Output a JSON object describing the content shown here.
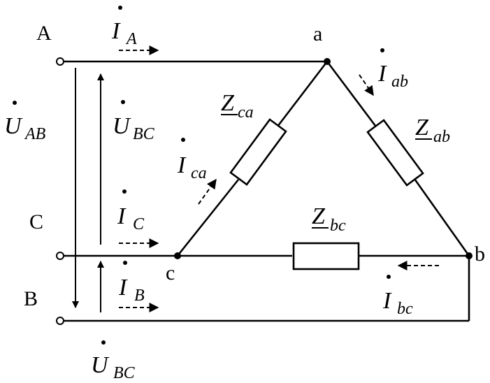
{
  "terminals": {
    "A": "A",
    "B": "B",
    "C": "C"
  },
  "nodes": {
    "a": "a",
    "b": "b",
    "c": "c"
  },
  "impedances": {
    "ab": {
      "symbol": "Z",
      "sub": "ab"
    },
    "ca": {
      "symbol": "Z",
      "sub": "ca"
    },
    "bc": {
      "symbol": "Z",
      "sub": "bc"
    }
  },
  "currents": {
    "IA": {
      "symbol": "I",
      "sub": "A"
    },
    "IC": {
      "symbol": "I",
      "sub": "C"
    },
    "IB": {
      "symbol": "I",
      "sub": "B"
    },
    "Iab": {
      "symbol": "I",
      "sub": "ab"
    },
    "Ica": {
      "symbol": "I",
      "sub": "ca"
    },
    "Ibc": {
      "symbol": "I",
      "sub": "bc"
    }
  },
  "voltages": {
    "UAB": {
      "symbol": "U",
      "sub": "AB"
    },
    "UBC_1": {
      "symbol": "U",
      "sub": "BC"
    },
    "UBC_2": {
      "symbol": "U",
      "sub": "BC"
    }
  }
}
